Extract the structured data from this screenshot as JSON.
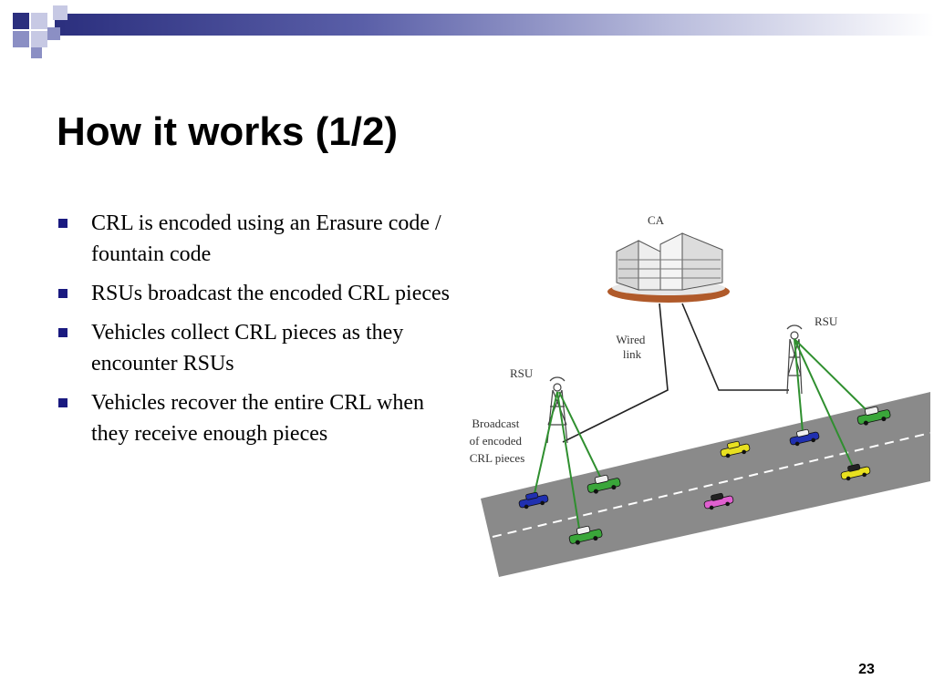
{
  "slide": {
    "title": "How it works (1/2)",
    "page_number": "23",
    "bullets": [
      {
        "text": "CRL is encoded using an Erasure code / fountain code"
      },
      {
        "text": "RSUs broadcast the encoded CRL pieces"
      },
      {
        "text": "Vehicles collect CRL pieces as they encounter RSUs"
      },
      {
        "text": "Vehicles recover the entire CRL when they receive enough pieces"
      }
    ]
  },
  "diagram": {
    "ca_label": "CA",
    "rsu_left_label": "RSU",
    "rsu_right_label": "RSU",
    "wired_link_label": [
      "Wired",
      "link"
    ],
    "broadcast_label": [
      "Broadcast",
      "of encoded",
      "CRL pieces"
    ]
  },
  "colors": {
    "accent_navy": "#2b2f7e",
    "bullet_marker": "#1a1a80",
    "road": "#8a8a8a",
    "radio_link": "#2f8f2f",
    "car_green": "#3aa63a",
    "car_blue": "#2030b0",
    "car_yellow": "#e8e020",
    "car_pink": "#e060d0"
  }
}
